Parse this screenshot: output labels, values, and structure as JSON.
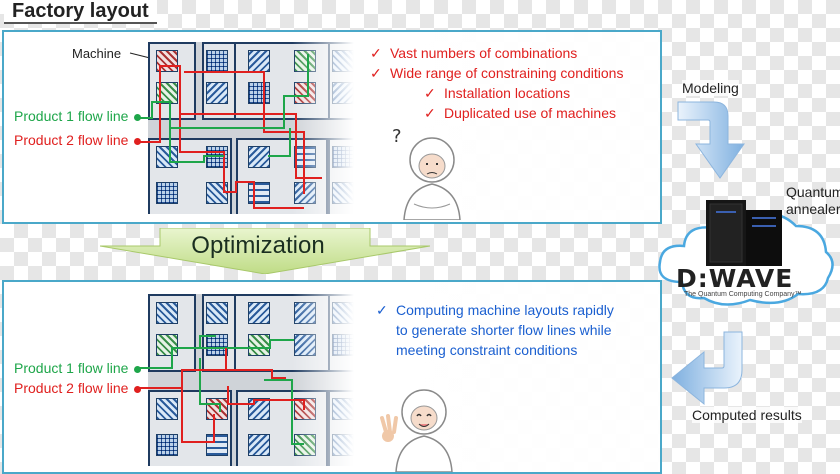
{
  "title": "Factory layout",
  "top_panel": {
    "machine_label": "Machine",
    "product1_label": "Product 1 flow line",
    "product2_label": "Product 2 flow line",
    "issues": [
      {
        "text": "Vast numbers of combinations",
        "indent": 0
      },
      {
        "text": "Wide range of constraining conditions",
        "indent": 0
      },
      {
        "text": "Installation locations",
        "indent": 1
      },
      {
        "text": "Duplicated use of machines",
        "indent": 1
      }
    ],
    "check_mark": "✓"
  },
  "optimization_label": "Optimization",
  "bottom_panel": {
    "product1_label": "Product 1 flow line",
    "product2_label": "Product 2 flow line",
    "result_text": "Computing machine layouts rapidly to generate shorter flow lines while meeting constraint conditions",
    "check_mark": "✓"
  },
  "side": {
    "modeling_label": "Modeling",
    "quantum_label": "Quantum annealer",
    "brand": "D:WAVE",
    "brand_tagline": "The Quantum Computing Company™",
    "computed_label": "Computed results"
  },
  "colors": {
    "product1": "#1ea64a",
    "product2": "#e0201f",
    "panel_border": "#4aa8c9",
    "arrow_blue": "#6fa4d8",
    "banner_green": "#cfe8a0"
  }
}
